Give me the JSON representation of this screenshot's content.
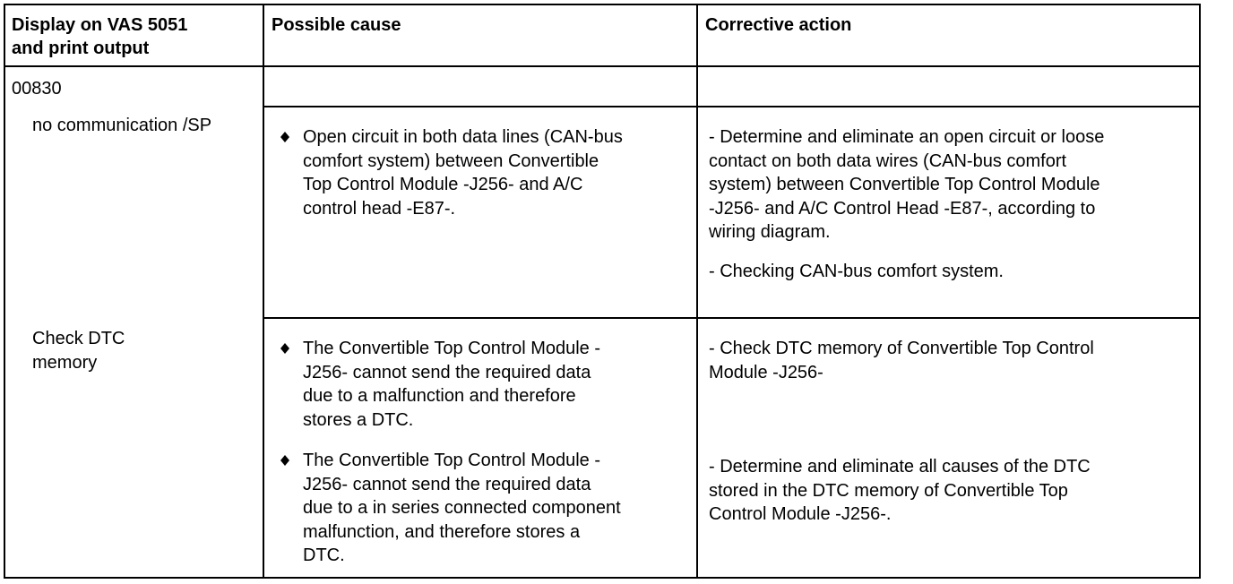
{
  "table": {
    "headers": {
      "display_line1": "Display on VAS 5051",
      "display_line2": "and print output",
      "cause": "Possible cause",
      "action": "Corrective action"
    },
    "fault_code": "00830",
    "rows": [
      {
        "display_line1": "no communication /SP",
        "causes": [
          {
            "lines": [
              "Open circuit in both data lines (CAN-bus",
              "comfort system) between Convertible",
              "Top Control Module -J256- and A/C",
              "control head -E87-."
            ]
          }
        ],
        "actions": [
          {
            "lines": [
              "- Determine and eliminate an open circuit or loose",
              "contact on both data wires (CAN-bus comfort",
              "system) between Convertible Top Control Module",
              "-J256- and A/C Control Head -E87-, according to",
              "wiring diagram."
            ]
          },
          {
            "lines": [
              "- Checking CAN-bus comfort system."
            ]
          }
        ]
      },
      {
        "display_line1": "Check DTC",
        "display_line2": "memory",
        "causes": [
          {
            "lines": [
              "The Convertible Top Control Module -",
              "J256- cannot send the required data",
              "due to a malfunction and therefore",
              "stores a DTC."
            ]
          },
          {
            "lines": [
              "The Convertible Top Control Module -",
              "J256- cannot send the required data",
              "due to a in series connected component",
              "malfunction, and therefore stores a",
              "DTC."
            ]
          }
        ],
        "actions": [
          {
            "lines": [
              "- Check DTC memory of Convertible Top Control",
              "Module -J256-"
            ]
          },
          {
            "lines": [
              "- Determine and eliminate all causes of the DTC",
              "stored in the DTC memory of Convertible Top",
              "Control Module -J256-."
            ]
          }
        ]
      }
    ]
  }
}
